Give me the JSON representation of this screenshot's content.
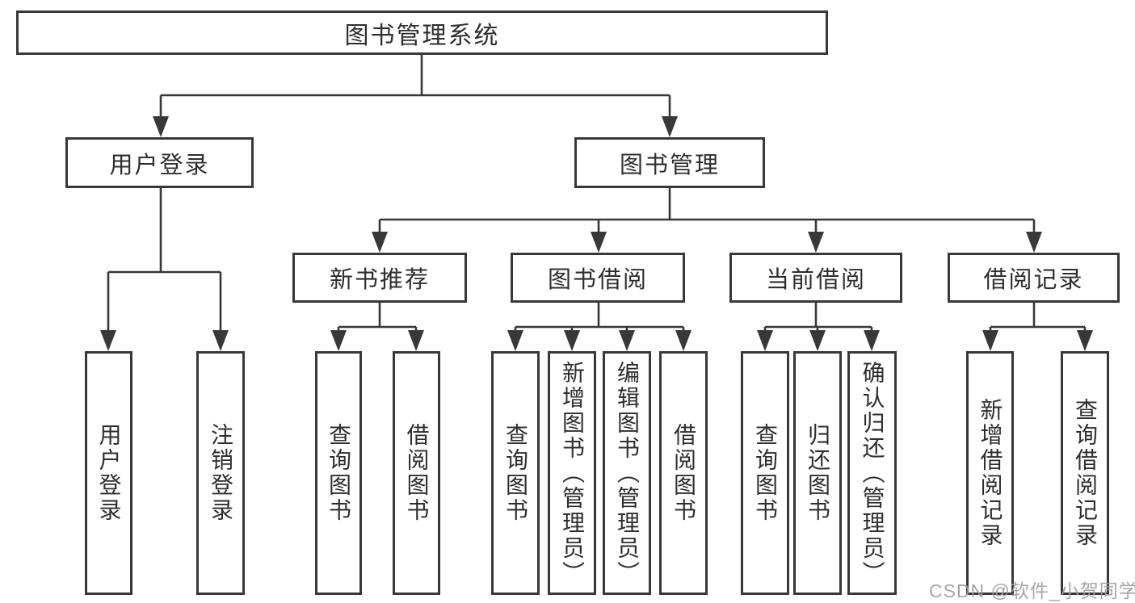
{
  "diagram": {
    "root": {
      "label": "图书管理系统"
    },
    "level2": [
      {
        "label": "用户登录"
      },
      {
        "label": "图书管理"
      }
    ],
    "level3": [
      {
        "label": "新书推荐"
      },
      {
        "label": "图书借阅"
      },
      {
        "label": "当前借阅"
      },
      {
        "label": "借阅记录"
      }
    ],
    "leaves": {
      "user_login": [
        "用户登录",
        "注销登录"
      ],
      "new_book": [
        "查询图书",
        "借阅图书"
      ],
      "book_borrow": [
        "查询图书",
        "新增图书（管理员）",
        "编辑图书（管理员）",
        "借阅图书"
      ],
      "current_borrow": [
        "查询图书",
        "归还图书",
        "确认归还（管理员）"
      ],
      "borrow_record": [
        "新增借阅记录",
        "查询借阅记录"
      ]
    }
  },
  "watermark": "CSDN @软件_小贺同学",
  "colors": {
    "line": "#383838",
    "text": "#2e2e2e",
    "watermark": "#9e9e9e",
    "background": "#ffffff"
  }
}
